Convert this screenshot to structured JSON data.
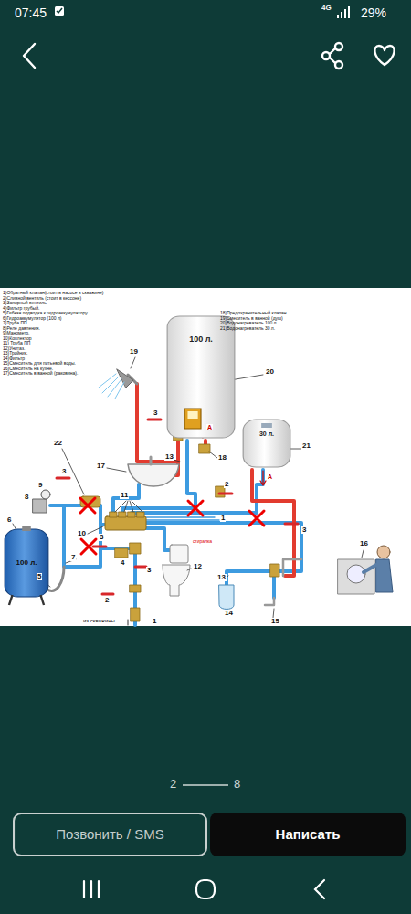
{
  "diagram": {
    "nodes": [
      {
        "text": [
          "100 л."
        ]
      },
      {
        "text": [
          "30 л."
        ]
      },
      {
        "text": [
          "100 л."
        ]
      },
      {
        "text": [
          "Позвонить / SMS"
        ]
      },
      {
        "text": [
          "Написать"
        ]
      }
    ],
    "labels": [
      "07:45",
      "4G",
      "29%",
      "1)Обратный клапан(стоит в насосе в скважине)",
      "2)Сливной вентиль (стоит в кессоне)",
      "3)Запорный вентиль",
      "4)Фильтр грубый.",
      "5)Гибкая подводка к гидроаккумулятору",
      "6)Гидроаккумулятор (100 л)",
      "7)Труба ПП",
      "8)Реле давления.",
      "9)Манометр.",
      "10)Коллектор",
      "11) Труба ПП",
      "12)Унитаз.",
      "13)Тройник.",
      "14)Фильтр",
      "15)Смеситель для питьевой воды.",
      "16)Смеситель на кухне.",
      "17)Смеситель в ванной (раковина).",
      "18)Предохранительный клапан",
      "19)Смеситель в ванной (душ)",
      "20)Водонагреватель 100 л.",
      "21)Водонагреватель 30 л.",
      "19",
      "20",
      "3",
      "13",
      "18",
      "21",
      "22",
      "3",
      "17",
      "11",
      "9",
      "8",
      "2",
      "1",
      "3",
      "6",
      "10",
      "3",
      "4",
      "3",
      "7",
      "5",
      "2",
      "1",
      "12",
      "13",
      "16",
      "14",
      "15",
      "А",
      "А",
      "из скважины",
      "стиралка",
      "2",
      "8"
    ]
  }
}
